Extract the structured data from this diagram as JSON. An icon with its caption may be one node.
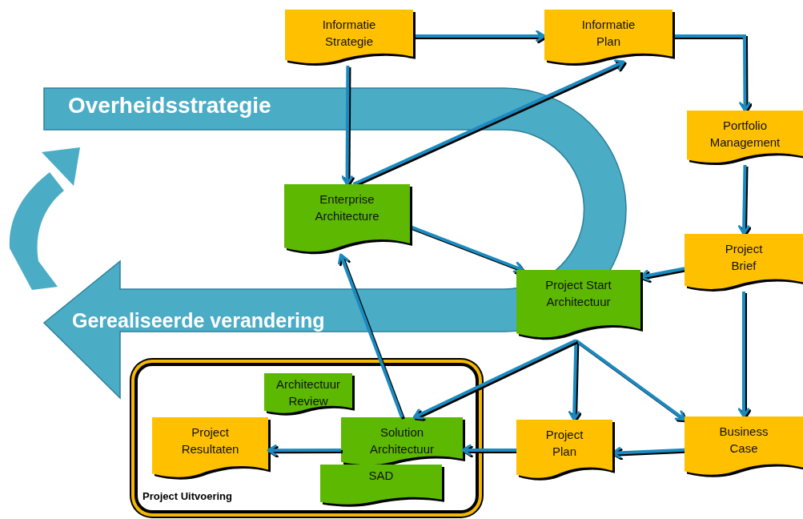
{
  "diagram": {
    "nodes": [
      {
        "text": [
          "Informatie Strategie"
        ]
      },
      {
        "text": [
          "Informatie Plan"
        ]
      },
      {
        "text": [
          "Portfolio Management"
        ]
      },
      {
        "text": [
          "Enterprise Architecture"
        ]
      },
      {
        "text": [
          "Project Brief"
        ]
      },
      {
        "text": [
          "Project Start Architectuur"
        ]
      },
      {
        "text": [
          "Project Uitvoering"
        ]
      },
      {
        "text": [
          "Architectuur Review"
        ],
        "in": 6
      },
      {
        "text": [
          "Project Resultaten"
        ],
        "in": 6
      },
      {
        "text": [
          "Solution Architectuur"
        ],
        "in": 6
      },
      {
        "text": [
          "SAD"
        ],
        "in": 6
      },
      {
        "text": [
          "Project Plan"
        ]
      },
      {
        "text": [
          "Business Case"
        ]
      }
    ],
    "labels": [
      "Overheidsstrategie",
      "Gerealiseerde verandering"
    ],
    "edges": [
      {
        "from": 0,
        "to": 1,
        "arrow": "to"
      },
      {
        "from": 1,
        "to": 2,
        "arrow": "to"
      },
      {
        "from": 2,
        "to": 4,
        "arrow": "to"
      },
      {
        "from": 0,
        "to": 3,
        "arrow": "to"
      },
      {
        "from": 3,
        "to": 1,
        "arrow": "to"
      },
      {
        "from": 3,
        "to": 5,
        "arrow": "to"
      },
      {
        "from": 4,
        "to": 5,
        "arrow": "to"
      },
      {
        "from": 4,
        "to": 12,
        "arrow": "to"
      },
      {
        "from": 5,
        "to": 11,
        "arrow": "to"
      },
      {
        "from": 5,
        "to": 12,
        "arrow": "to"
      },
      {
        "from": 5,
        "to": 9,
        "arrow": "to"
      },
      {
        "from": 12,
        "to": 11,
        "arrow": "to"
      },
      {
        "from": 11,
        "to": 9,
        "arrow": "to"
      },
      {
        "from": 9,
        "to": 3,
        "arrow": "to"
      },
      {
        "from": 9,
        "to": 8,
        "arrow": "to"
      }
    ]
  }
}
